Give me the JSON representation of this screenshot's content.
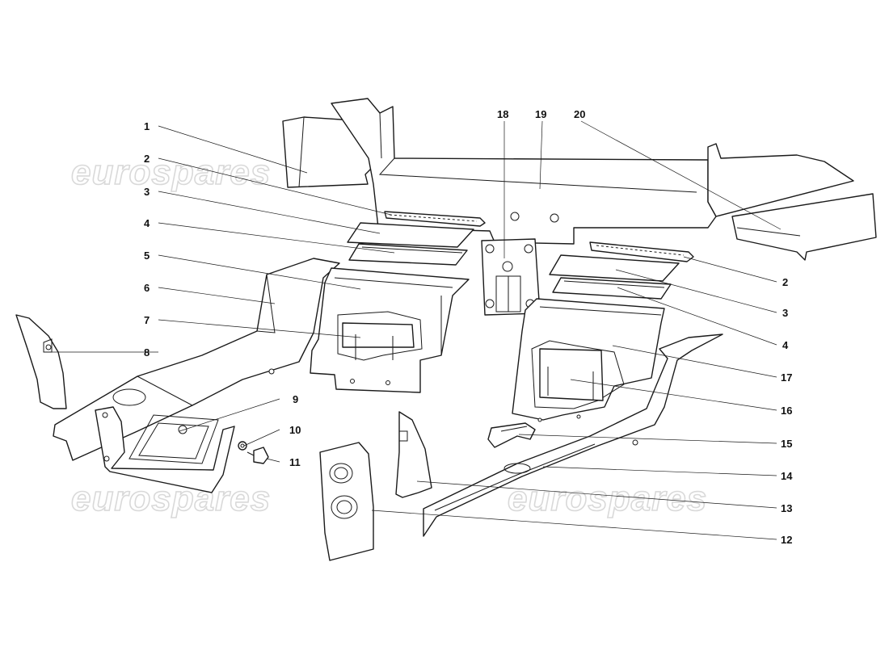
{
  "watermark": {
    "text": "eurospares",
    "color": "#d9d9d9"
  },
  "callouts": [
    "1",
    "2",
    "3",
    "4",
    "5",
    "6",
    "7",
    "8",
    "9",
    "10",
    "11",
    "2",
    "3",
    "4",
    "17",
    "16",
    "15",
    "14",
    "13",
    "12",
    "18",
    "19",
    "20"
  ],
  "colors": {
    "line": "#1a1a1a",
    "background": "#ffffff"
  }
}
